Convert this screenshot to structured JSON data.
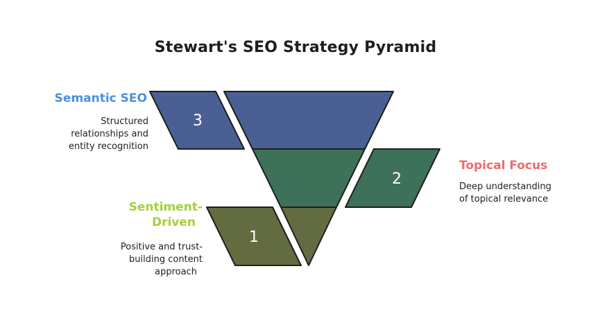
{
  "title": "Stewart's SEO Strategy Pyramid",
  "colors": {
    "level3_fill": "#4a6095",
    "level2_fill": "#3e7159",
    "level1_fill": "#636c40",
    "semantic_label": "#4a90e2",
    "topical_label": "#f06b6b",
    "sentiment_label": "#a3d13b"
  },
  "levels": [
    {
      "number": "3",
      "title": "Semantic SEO",
      "desc_lines": [
        "Structured",
        "relationships and",
        "entity recognition"
      ]
    },
    {
      "number": "2",
      "title": "Topical Focus",
      "desc_lines": [
        "Deep understanding",
        "of topical relevance"
      ]
    },
    {
      "number": "1",
      "title_lines": [
        "Sentiment-",
        "Driven"
      ],
      "desc_lines": [
        "Positive and trust-",
        "building content",
        "approach"
      ]
    }
  ]
}
